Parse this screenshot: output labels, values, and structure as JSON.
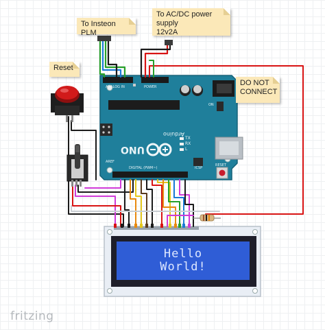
{
  "notes": {
    "insteon": "To Insteon PLM",
    "power_line1": "To AC/DC power supply",
    "power_line2": "12v2A",
    "reset": "Reset",
    "do_not_line1": "DO NOT",
    "do_not_line2": "CONNECT"
  },
  "lcd": {
    "line1": "Hello",
    "line2": "World!"
  },
  "board": {
    "name": "Arduino",
    "model": "UNO",
    "tx": "TX",
    "rx": "RX",
    "l": "L",
    "reset_label": "RESET",
    "icsp": "ICSP",
    "aref": "AREF",
    "digital": "DIGITAL (PWM~)",
    "analog": "ANALOG IN",
    "power": "POWER",
    "on": "ON"
  },
  "brand": "fritzing",
  "colors": {
    "board": "#1f7f9b",
    "lcd_screen": "#2f5dd6",
    "lcd_pcb": "#e9eef5",
    "note": "#fbe8b8",
    "button_cap": "#d11a1a",
    "wire_red": "#d81313",
    "wire_yellow": "#e5c81c",
    "wire_blue": "#1a7bd6",
    "wire_green": "#27a02a",
    "wire_magenta": "#d03ad8",
    "wire_brown": "#5a3a1d",
    "wire_orange": "#e88a10"
  }
}
